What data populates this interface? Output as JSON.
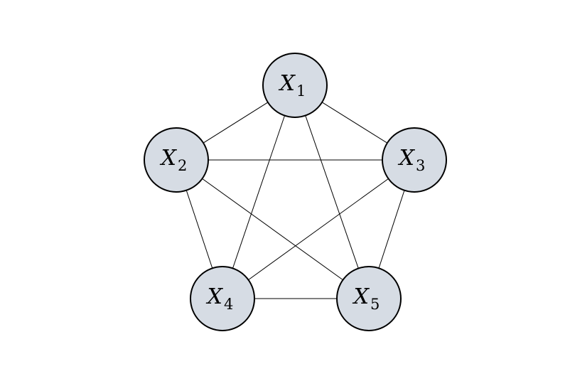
{
  "graph": {
    "type": "complete-graph",
    "node_fill": "#d6dce4",
    "stroke_color": "#000000",
    "nodes": [
      {
        "id": "x1",
        "var": "X",
        "sub": "1"
      },
      {
        "id": "x2",
        "var": "X",
        "sub": "2"
      },
      {
        "id": "x3",
        "var": "X",
        "sub": "3"
      },
      {
        "id": "x4",
        "var": "X",
        "sub": "4"
      },
      {
        "id": "x5",
        "var": "X",
        "sub": "5"
      }
    ],
    "edges": [
      [
        "x1",
        "x2"
      ],
      [
        "x1",
        "x3"
      ],
      [
        "x1",
        "x4"
      ],
      [
        "x1",
        "x5"
      ],
      [
        "x2",
        "x3"
      ],
      [
        "x2",
        "x4"
      ],
      [
        "x2",
        "x5"
      ],
      [
        "x3",
        "x4"
      ],
      [
        "x3",
        "x5"
      ],
      [
        "x4",
        "x5"
      ]
    ]
  }
}
